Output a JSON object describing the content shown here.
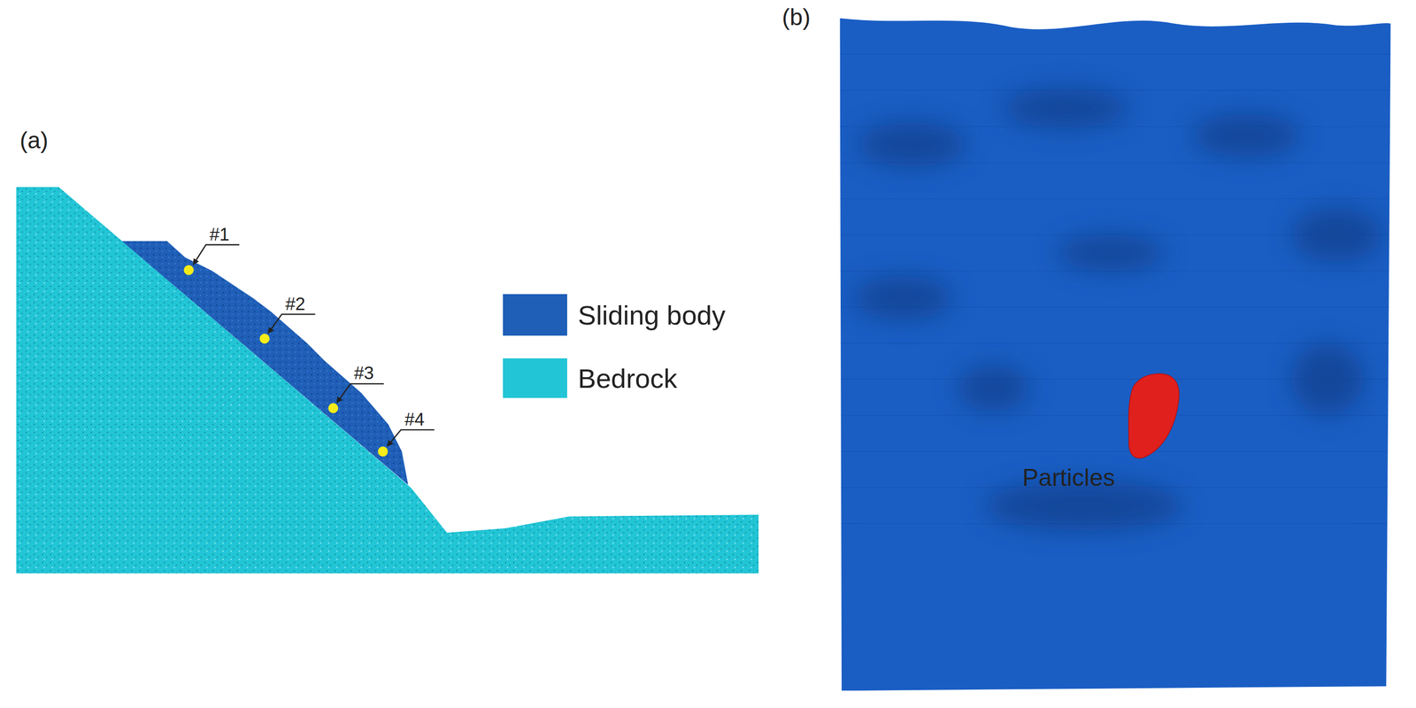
{
  "diagram": {
    "labels": [
      "(a)",
      "#1",
      "#2",
      "#3",
      "#4",
      "(b)",
      "Particles"
    ],
    "legend": [
      {
        "text": "Sliding body",
        "color": "#1f5fb8"
      },
      {
        "text": "Bedrock",
        "color": "#22c5d6"
      }
    ]
  }
}
